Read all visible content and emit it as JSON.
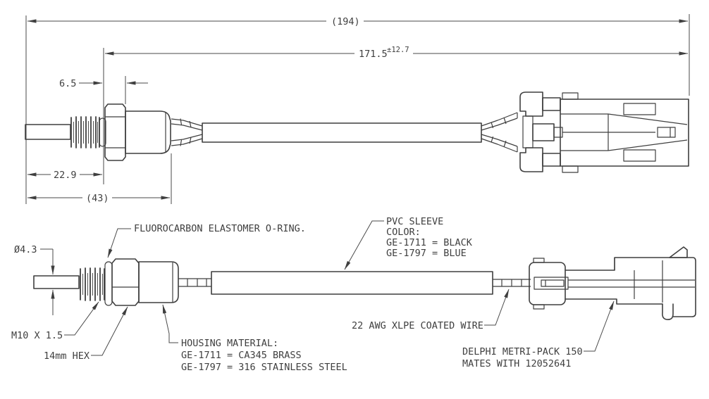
{
  "drawing": {
    "background": "#ffffff",
    "line_color": "#3f3f3f",
    "text_color": "#3f3f3f",
    "top_view": {
      "overall_length": "(194)",
      "cable_length": "171.5",
      "cable_length_tolerance": "±12.7",
      "hex_width": "6.5",
      "thread_length": "22.9",
      "sensor_length": "(43)"
    },
    "bottom_view": {
      "probe_diameter": "Ø4.3",
      "oring_label": "FLUOROCARBON ELASTOMER O-RING.",
      "sleeve_note": {
        "line1": "PVC SLEEVE",
        "line2": "COLOR:",
        "line3": "GE-1711 = BLACK",
        "line4": "GE-1797 = BLUE"
      },
      "thread_label": "M10 X 1.5",
      "hex_label": "14mm HEX",
      "housing_note": {
        "line1": "HOUSING MATERIAL:",
        "line2": "GE-1711 = CA345 BRASS",
        "line3": "GE-1797 = 316 STAINLESS STEEL"
      },
      "wire_label": "22 AWG XLPE COATED WIRE",
      "connector_note": {
        "line1": "DELPHI METRI-PACK 150",
        "line2": "MATES WITH 12052641"
      }
    }
  }
}
